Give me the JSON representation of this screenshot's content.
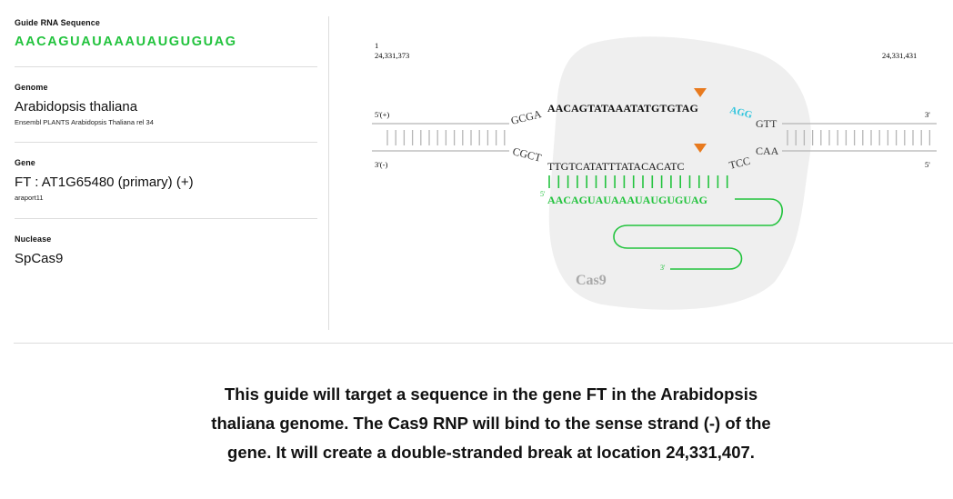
{
  "guide_rna": {
    "label": "Guide RNA Sequence",
    "sequence": "AACAGUAUAAAUAUGUGUAG"
  },
  "genome": {
    "label": "Genome",
    "name": "Arabidopsis thaliana",
    "release": "Ensembl PLANTS Arabidopsis Thaliana rel 34"
  },
  "gene": {
    "label": "Gene",
    "name": "FT : AT1G65480 (primary) (+)",
    "source": "araport11"
  },
  "nuclease": {
    "label": "Nuclease",
    "name": "SpCas9"
  },
  "diagram": {
    "position_index": "1",
    "coord_start": "24,331,373",
    "coord_end": "24,331,431",
    "top_left_label": "5'(+)",
    "top_right_label": "3'",
    "bottom_left_label": "3'(-)",
    "bottom_right_label": "5'",
    "top_flank_left": "GCGA",
    "top_target": "AACAGTATAAATATGTGTAG",
    "top_pam": "AGG",
    "top_flank_right": "GTT",
    "bottom_flank_left": "CGCT",
    "bottom_target": "TTGTCATATTTATACACATC",
    "bottom_flank_mid": "TCC",
    "bottom_flank_right": "CAA",
    "guide_label_5": "5'",
    "guide_sequence": "AACAGUAUAAAUAUGUGUAG",
    "guide_label_3": "3'",
    "protein_label": "Cas9",
    "colors": {
      "guide": "#22c33d",
      "pam": "#2ec4dd",
      "cut_marker": "#e87a1e",
      "blob": "#efefef",
      "strand": "#b5b5b5"
    }
  },
  "summary": "This guide will target a sequence in the gene FT in the Arabidopsis thaliana genome. The Cas9 RNP will bind to the sense strand (-) of the gene. It will create a double-stranded break at location 24,331,407."
}
